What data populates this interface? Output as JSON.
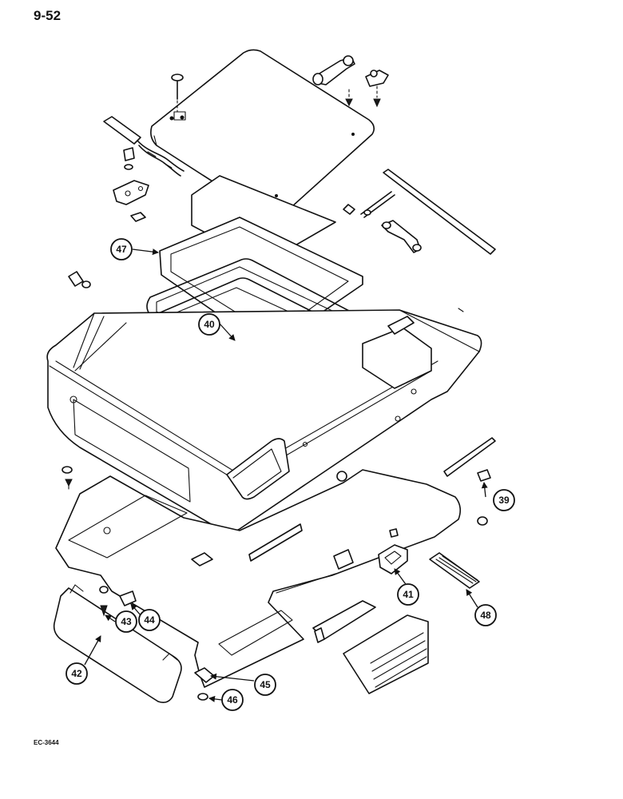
{
  "page_number": "9-52",
  "drawing_code": "EC-3644",
  "callouts": [
    {
      "id": "callout-39",
      "label": "39"
    },
    {
      "id": "callout-40",
      "label": "40"
    },
    {
      "id": "callout-41",
      "label": "41"
    },
    {
      "id": "callout-42",
      "label": "42"
    },
    {
      "id": "callout-43",
      "label": "43"
    },
    {
      "id": "callout-44",
      "label": "44"
    },
    {
      "id": "callout-45",
      "label": "45"
    },
    {
      "id": "callout-46",
      "label": "46"
    },
    {
      "id": "callout-47",
      "label": "47"
    },
    {
      "id": "callout-48",
      "label": "48"
    }
  ]
}
